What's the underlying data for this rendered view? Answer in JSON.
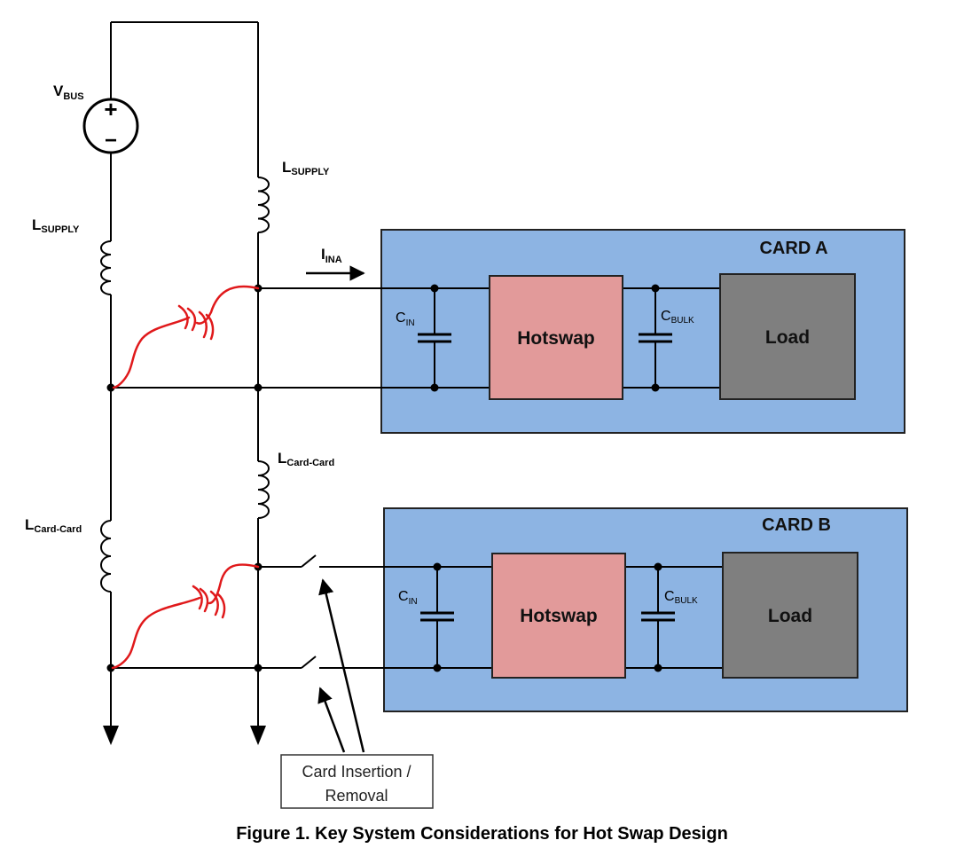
{
  "source": {
    "name": "V",
    "sub": "BUS",
    "plus": "+",
    "minus": "−"
  },
  "inductors": {
    "supply_left": {
      "name": "L",
      "sub": "SUPPLY"
    },
    "supply_right": {
      "name": "L",
      "sub": "SUPPLY"
    },
    "card_left": {
      "name": "L",
      "sub": "Card-Card"
    },
    "card_right": {
      "name": "L",
      "sub": "Card-Card"
    }
  },
  "current": {
    "name": "I",
    "sub": "INA"
  },
  "cards": [
    {
      "title": "CARD A",
      "cin": {
        "name": "C",
        "sub": "IN"
      },
      "cbulk": {
        "name": "C",
        "sub": "BULK"
      },
      "hotswap": "Hotswap",
      "load": "Load"
    },
    {
      "title": "CARD B",
      "cin": {
        "name": "C",
        "sub": "IN"
      },
      "cbulk": {
        "name": "C",
        "sub": "BULK"
      },
      "hotswap": "Hotswap",
      "load": "Load"
    }
  ],
  "insertion_note": {
    "line1": "Card Insertion /",
    "line2": "Removal"
  },
  "caption": "Figure 1. Key System Considerations for Hot Swap Design",
  "colors": {
    "card_fill": "#8db4e3",
    "hotswap_fill": "#e29a9a",
    "load_fill": "#7f7f7f",
    "parasitic": "#e0191b",
    "wire": "#000000"
  }
}
